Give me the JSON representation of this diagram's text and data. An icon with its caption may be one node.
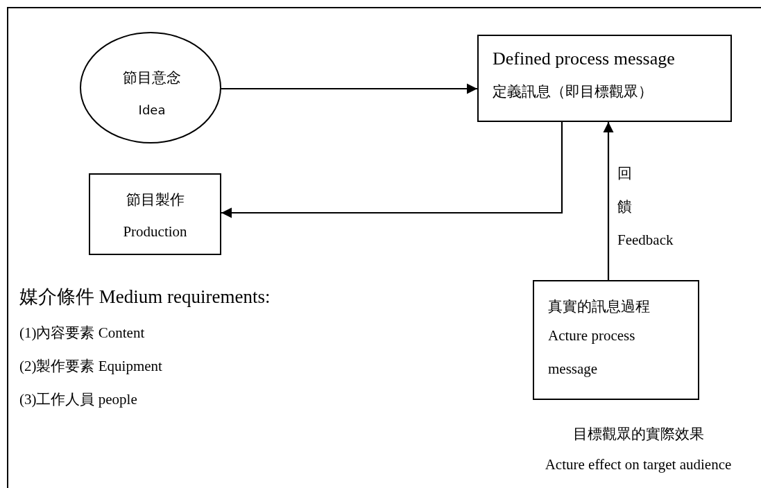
{
  "diagram": {
    "nodes": [
      {
        "text": [
          "節目意念",
          "Idea"
        ]
      },
      {
        "text": [
          "Defined process message",
          "定義訊息（即目標觀眾）"
        ]
      },
      {
        "text": [
          "節目製作",
          "Production"
        ]
      },
      {
        "text": [
          "真實的訊息過程",
          "Acture process message"
        ],
        "beside": [
          "目標觀眾的實際效果",
          "Acture effect on target audience"
        ]
      }
    ],
    "edges": [
      {
        "from": 0,
        "to": 1,
        "arrow": "to"
      },
      {
        "from": 1,
        "to": 2,
        "arrow": "to"
      },
      {
        "from": 3,
        "to": 1,
        "arrow": "to",
        "label": "回饋 Feedback"
      }
    ],
    "labels": [
      "媒介條件 Medium requirements:",
      "(1)內容要素 Content",
      "(2)製作要素 Equipment",
      "(3)工作人員 people"
    ]
  }
}
